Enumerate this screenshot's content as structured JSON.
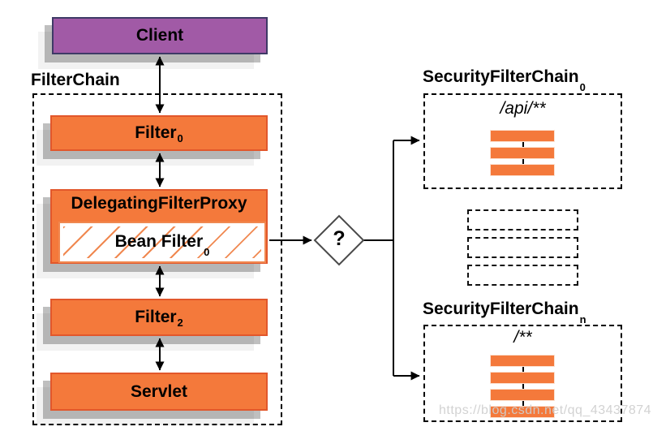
{
  "client": {
    "label": "Client"
  },
  "filter_chain": {
    "title": "FilterChain",
    "nodes": [
      {
        "label": "Filter",
        "sub": "0"
      },
      {
        "label": "DelegatingFilterProxy",
        "inner": {
          "label": "Bean Filter",
          "sub": "0"
        }
      },
      {
        "label": "Filter",
        "sub": "2"
      },
      {
        "label": "Servlet"
      }
    ]
  },
  "decision": {
    "label": "?"
  },
  "security_chains": [
    {
      "title": "SecurityFilterChain",
      "sub": "0",
      "pattern": "/api/**",
      "bar_count": 3
    },
    {
      "title": "SecurityFilterChain",
      "sub": "n",
      "pattern": "/**",
      "bar_count": 4
    }
  ],
  "placeholders": {
    "count": 3
  },
  "watermark": {
    "text": "https://blog.csdn.net/qq_43437874"
  },
  "colors": {
    "box_orange": "#F4793B",
    "box_orange_border": "#E2572B",
    "client_purple": "#A15AA6",
    "client_purple_border": "#3E3A66",
    "hatch_orange": "#F08850",
    "line_black": "#000000",
    "diamond_border": "#4A4A4A",
    "watermark_gray": "#CFCFCF"
  }
}
